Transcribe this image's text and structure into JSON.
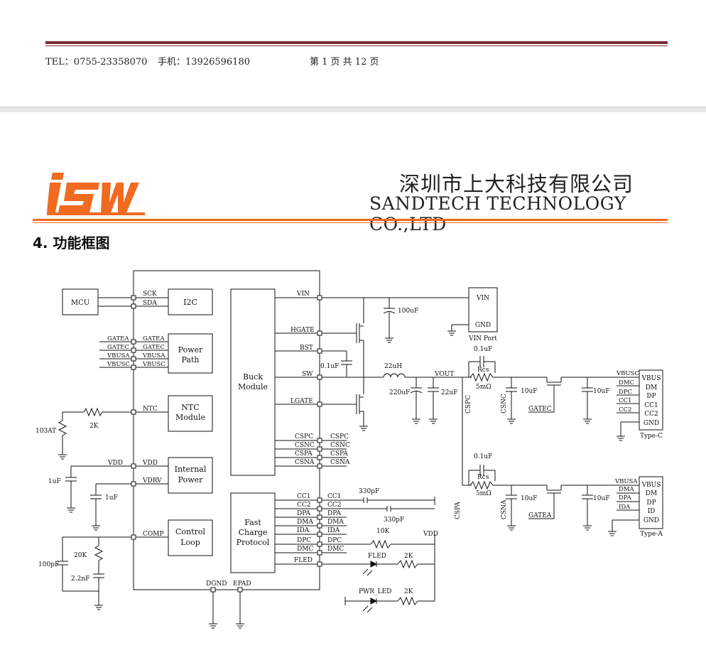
{
  "footer": {
    "phone": "TEL：0755-23358070",
    "mobile": "手机：13926596180",
    "page": "第 1 页 共 12 页"
  },
  "header": {
    "logo_text": "iSW",
    "company_cn": "深圳市上大科技有限公司",
    "company_en": "SANDTECH TECHNOLOGY CO.,LTD"
  },
  "section": {
    "title": "4. 功能框图"
  },
  "colors": {
    "rule": "#7a2a35",
    "brand": "#f06a20"
  },
  "diagram": {
    "blocks": {
      "mcu": "MCU",
      "i2c": "I2C",
      "power_path": [
        "Power",
        "Path"
      ],
      "ntc": [
        "NTC",
        "Module"
      ],
      "internal_power": [
        "Internal",
        "Power"
      ],
      "control_loop": [
        "Control",
        "Loop"
      ],
      "buck": [
        "Buck",
        "Module"
      ],
      "fcp": [
        "Fast",
        "Charge",
        "Protocol"
      ],
      "vin_port": "VIN Port",
      "type_c": "Type-C",
      "type_a": "Type-A"
    },
    "pins_left": {
      "sck": "SCK",
      "sda": "SDA",
      "gatea": "GATEA",
      "gatec": "GATEC",
      "vbusa": "VBUSA",
      "vbusc": "VBUSC",
      "ntc": "NTC",
      "vdd": "VDD",
      "vdrv": "VDRV",
      "comp": "COMP",
      "dgnd": "DGND",
      "epad": "EPAD"
    },
    "pins_right": {
      "vin": "VIN",
      "hgate": "HGATE",
      "bst": "BST",
      "sw": "SW",
      "lgate": "LGATE",
      "cspc": "CSPC",
      "csnc": "CSNC",
      "cspa": "CSPA",
      "csna": "CSNA",
      "cc1": "CC1",
      "cc2": "CC2",
      "dpa": "DPA",
      "dma": "DMA",
      "ida": "IDA",
      "dpc": "DPC",
      "dmc": "DMC",
      "fled": "FLED"
    },
    "components": {
      "cap_100uF": "100uF",
      "cap_bst": "0.1uF",
      "inductor": "22uH",
      "cap_220uF": "220uF",
      "cap_22uF": "22uF",
      "vout": "VOUT",
      "cap_01uF_c": "0.1uF",
      "rcs": "Rcs",
      "rcs_val": "5mΩ",
      "cap_10uF": "10uF",
      "cap_01uF_a": "0.1uF",
      "gatec": "GATEC",
      "gatea": "GATEA",
      "cspc": "CSPC",
      "csnc": "CSNC",
      "cspa": "CSPA",
      "csna": "CSNA",
      "r_2k": "2K",
      "ntc_103at": "103AT",
      "cap_1uF": "1uF",
      "cap_330pF": "330pF",
      "r_10k": "10K",
      "vdd": "VDD",
      "fled": "FLED",
      "pwr_led": "PWR_LED",
      "r_20k": "20K",
      "cap_100pF": "100pF",
      "cap_2_2nF": "2.2nF",
      "vin": "VIN",
      "gnd": "GND"
    },
    "type_c_pins": [
      "VBUS",
      "DM",
      "DP",
      "CC1",
      "CC2",
      "GND"
    ],
    "type_a_pins": [
      "VBUS",
      "DM",
      "DP",
      "ID",
      "GND"
    ],
    "type_c_nets": [
      "VBUSC",
      "DMC",
      "DPC",
      "CC1",
      "CC2"
    ],
    "type_a_nets": [
      "VBUSA",
      "DMA",
      "DPA",
      "IDA"
    ]
  }
}
